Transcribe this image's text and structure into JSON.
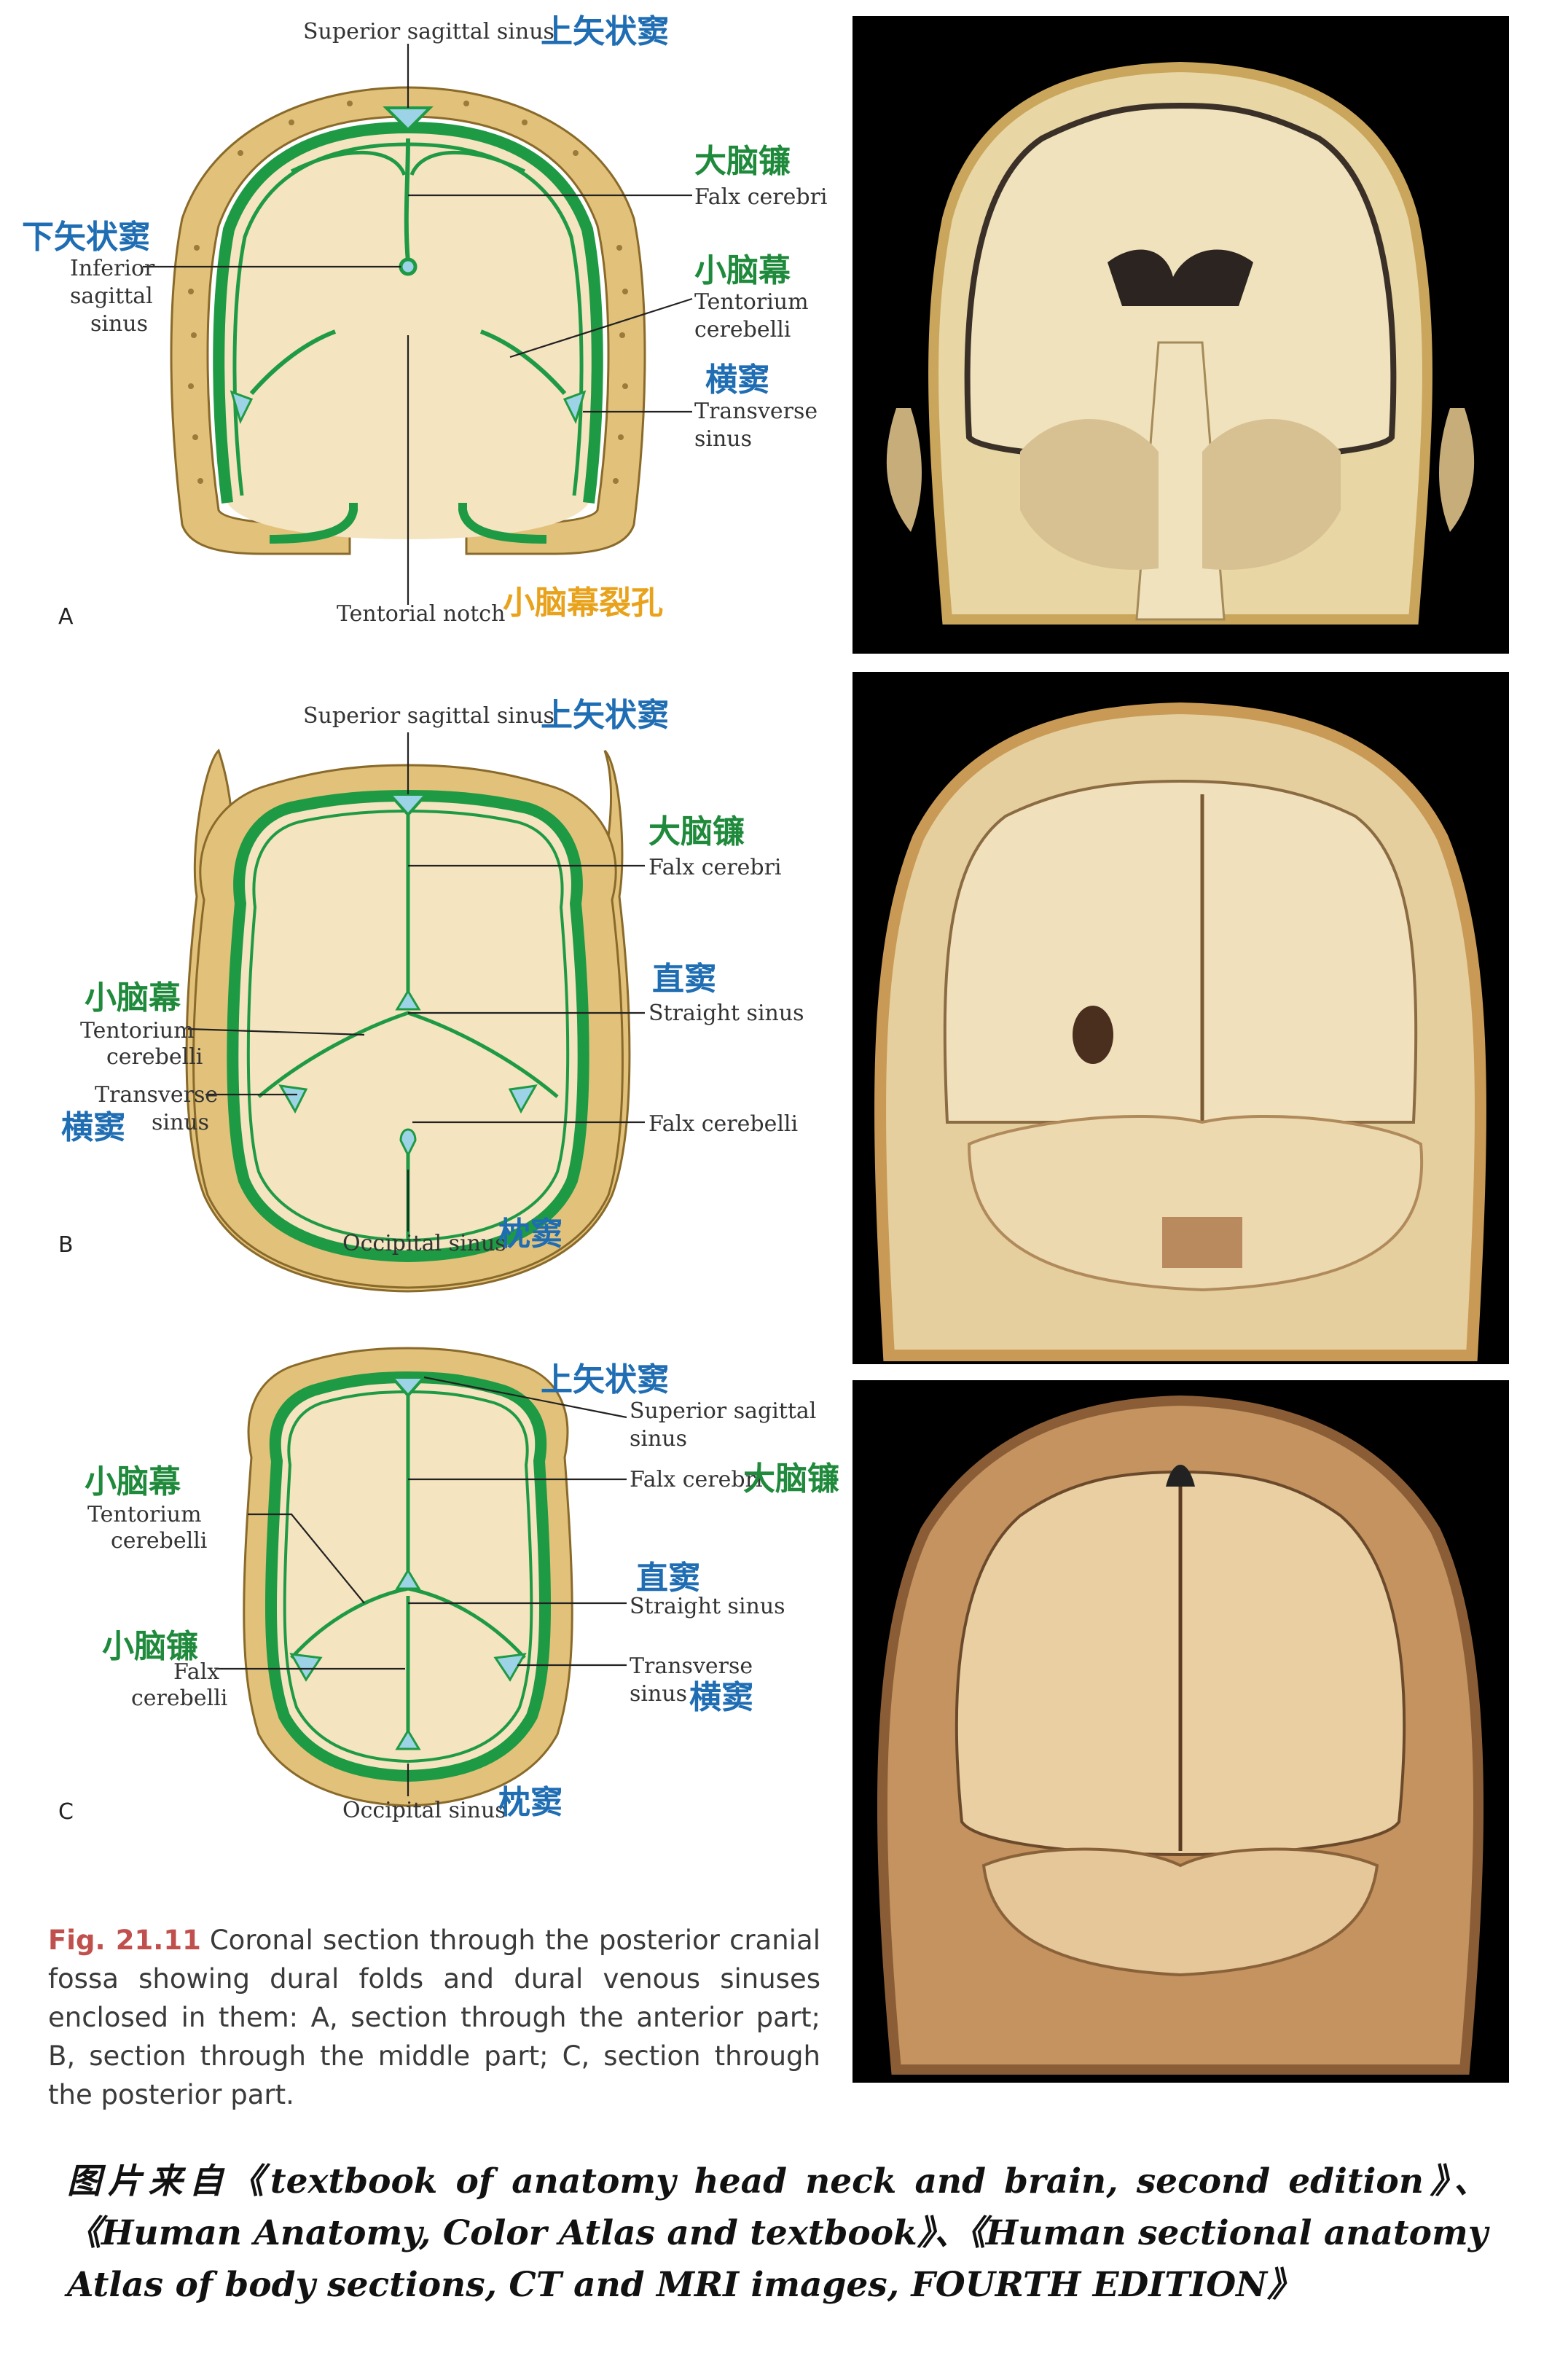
{
  "colors": {
    "bone": "#e2c27a",
    "bone_dark": "#9b7a3a",
    "dura": "#1f9a44",
    "brain": "#f5e4c0",
    "sinus": "#9cd3e6",
    "photo_bg": "#000000"
  },
  "panel_a": {
    "letter": "A",
    "superior_sagittal_en": "Superior sagittal sinus",
    "superior_sagittal_zh": "上矢状窦",
    "falx_cerebri_zh": "大脑镰",
    "falx_cerebri_en": "Falx cerebri",
    "inferior_sagittal_zh": "下矢状窦",
    "inferior_sagittal_en_1": "Inferior",
    "inferior_sagittal_en_2": "sagittal",
    "inferior_sagittal_en_3": "sinus",
    "tentorium_zh": "小脑幕",
    "tentorium_en_1": "Tentorium",
    "tentorium_en_2": "cerebelli",
    "transverse_zh": "横窦",
    "transverse_en_1": "Transverse",
    "transverse_en_2": "sinus",
    "notch_en": "Tentorial notch",
    "notch_zh": "小脑幕裂孔"
  },
  "panel_b": {
    "letter": "B",
    "superior_sagittal_en": "Superior sagittal sinus",
    "superior_sagittal_zh": "上矢状窦",
    "falx_cerebri_zh": "大脑镰",
    "falx_cerebri_en": "Falx cerebri",
    "tentorium_zh": "小脑幕",
    "tentorium_en_1": "Tentorium",
    "tentorium_en_2": "cerebelli",
    "straight_zh": "直窦",
    "straight_en": "Straight sinus",
    "transverse_en_1": "Transverse",
    "transverse_en_2": "sinus",
    "transverse_zh": "横窦",
    "falx_cerebelli_en": "Falx cerebelli",
    "occipital_en": "Occipital sinus",
    "occipital_zh": "枕窦"
  },
  "panel_c": {
    "letter": "C",
    "superior_sagittal_zh": "上矢状窦",
    "superior_sagittal_en_1": "Superior sagittal",
    "superior_sagittal_en_2": "sinus",
    "tentorium_zh": "小脑幕",
    "tentorium_en_1": "Tentorium",
    "tentorium_en_2": "cerebelli",
    "falx_cerebri_en": "Falx cerebri",
    "falx_cerebri_zh": "大脑镰",
    "straight_zh": "直窦",
    "straight_en": "Straight sinus",
    "falx_cerebelli_zh": "小脑镰",
    "falx_cerebelli_en_1": "Falx",
    "falx_cerebelli_en_2": "cerebelli",
    "transverse_en_1": "Transverse",
    "transverse_en_2": "sinus",
    "transverse_zh": "横窦",
    "occipital_en": "Occipital sinus",
    "occipital_zh": "枕窦"
  },
  "caption": {
    "fig_label": "Fig. 21.11",
    "text": "Coronal section through the posterior cranial fossa showing dural folds and dural venous sinuses enclosed in them: A, section through the anterior part; B, section through the middle part; C, section through the posterior part."
  },
  "credit": {
    "text": "图片来自《textbook of anatomy head neck and brain, second edition》、《Human Anatomy, Color Atlas and textbook》、《Human sectional anatomy Atlas of body sections, CT and MRI images, FOURTH EDITION》"
  }
}
